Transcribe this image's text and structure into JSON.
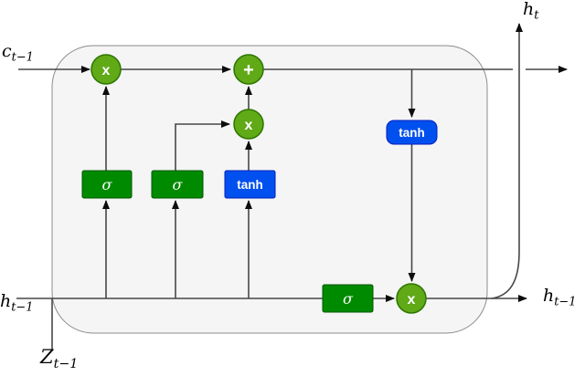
{
  "labels": {
    "c_prev": {
      "base": "c",
      "sub": "t−1"
    },
    "h_t": {
      "base": "h",
      "sub": "t"
    },
    "h_prev_left": {
      "base": "h",
      "sub": "t−1"
    },
    "z_prev": {
      "base": "Z",
      "sub": "t−1"
    },
    "h_prev_right": {
      "base": "h",
      "sub": "t−1"
    }
  },
  "nodes": {
    "multiply_forget": "x",
    "add_cell": "+",
    "multiply_input": "x",
    "multiply_output": "x",
    "sigmoid_forget": "σ",
    "sigmoid_input": "σ",
    "sigmoid_output": "σ",
    "tanh_candidate": "tanh",
    "tanh_output": "tanh"
  },
  "colors": {
    "circle_fill": "#60a917",
    "circle_stroke": "#2d7600",
    "sigma_fill": "#008a00",
    "sigma_stroke": "#005700",
    "tanh_fill": "#0050ef",
    "tanh_stroke": "#001dbc",
    "cell_fill": "#f5f5f5",
    "cell_stroke": "#8c8c8c",
    "line_color": "#474747",
    "arrow_color": "#0d0d0d"
  }
}
